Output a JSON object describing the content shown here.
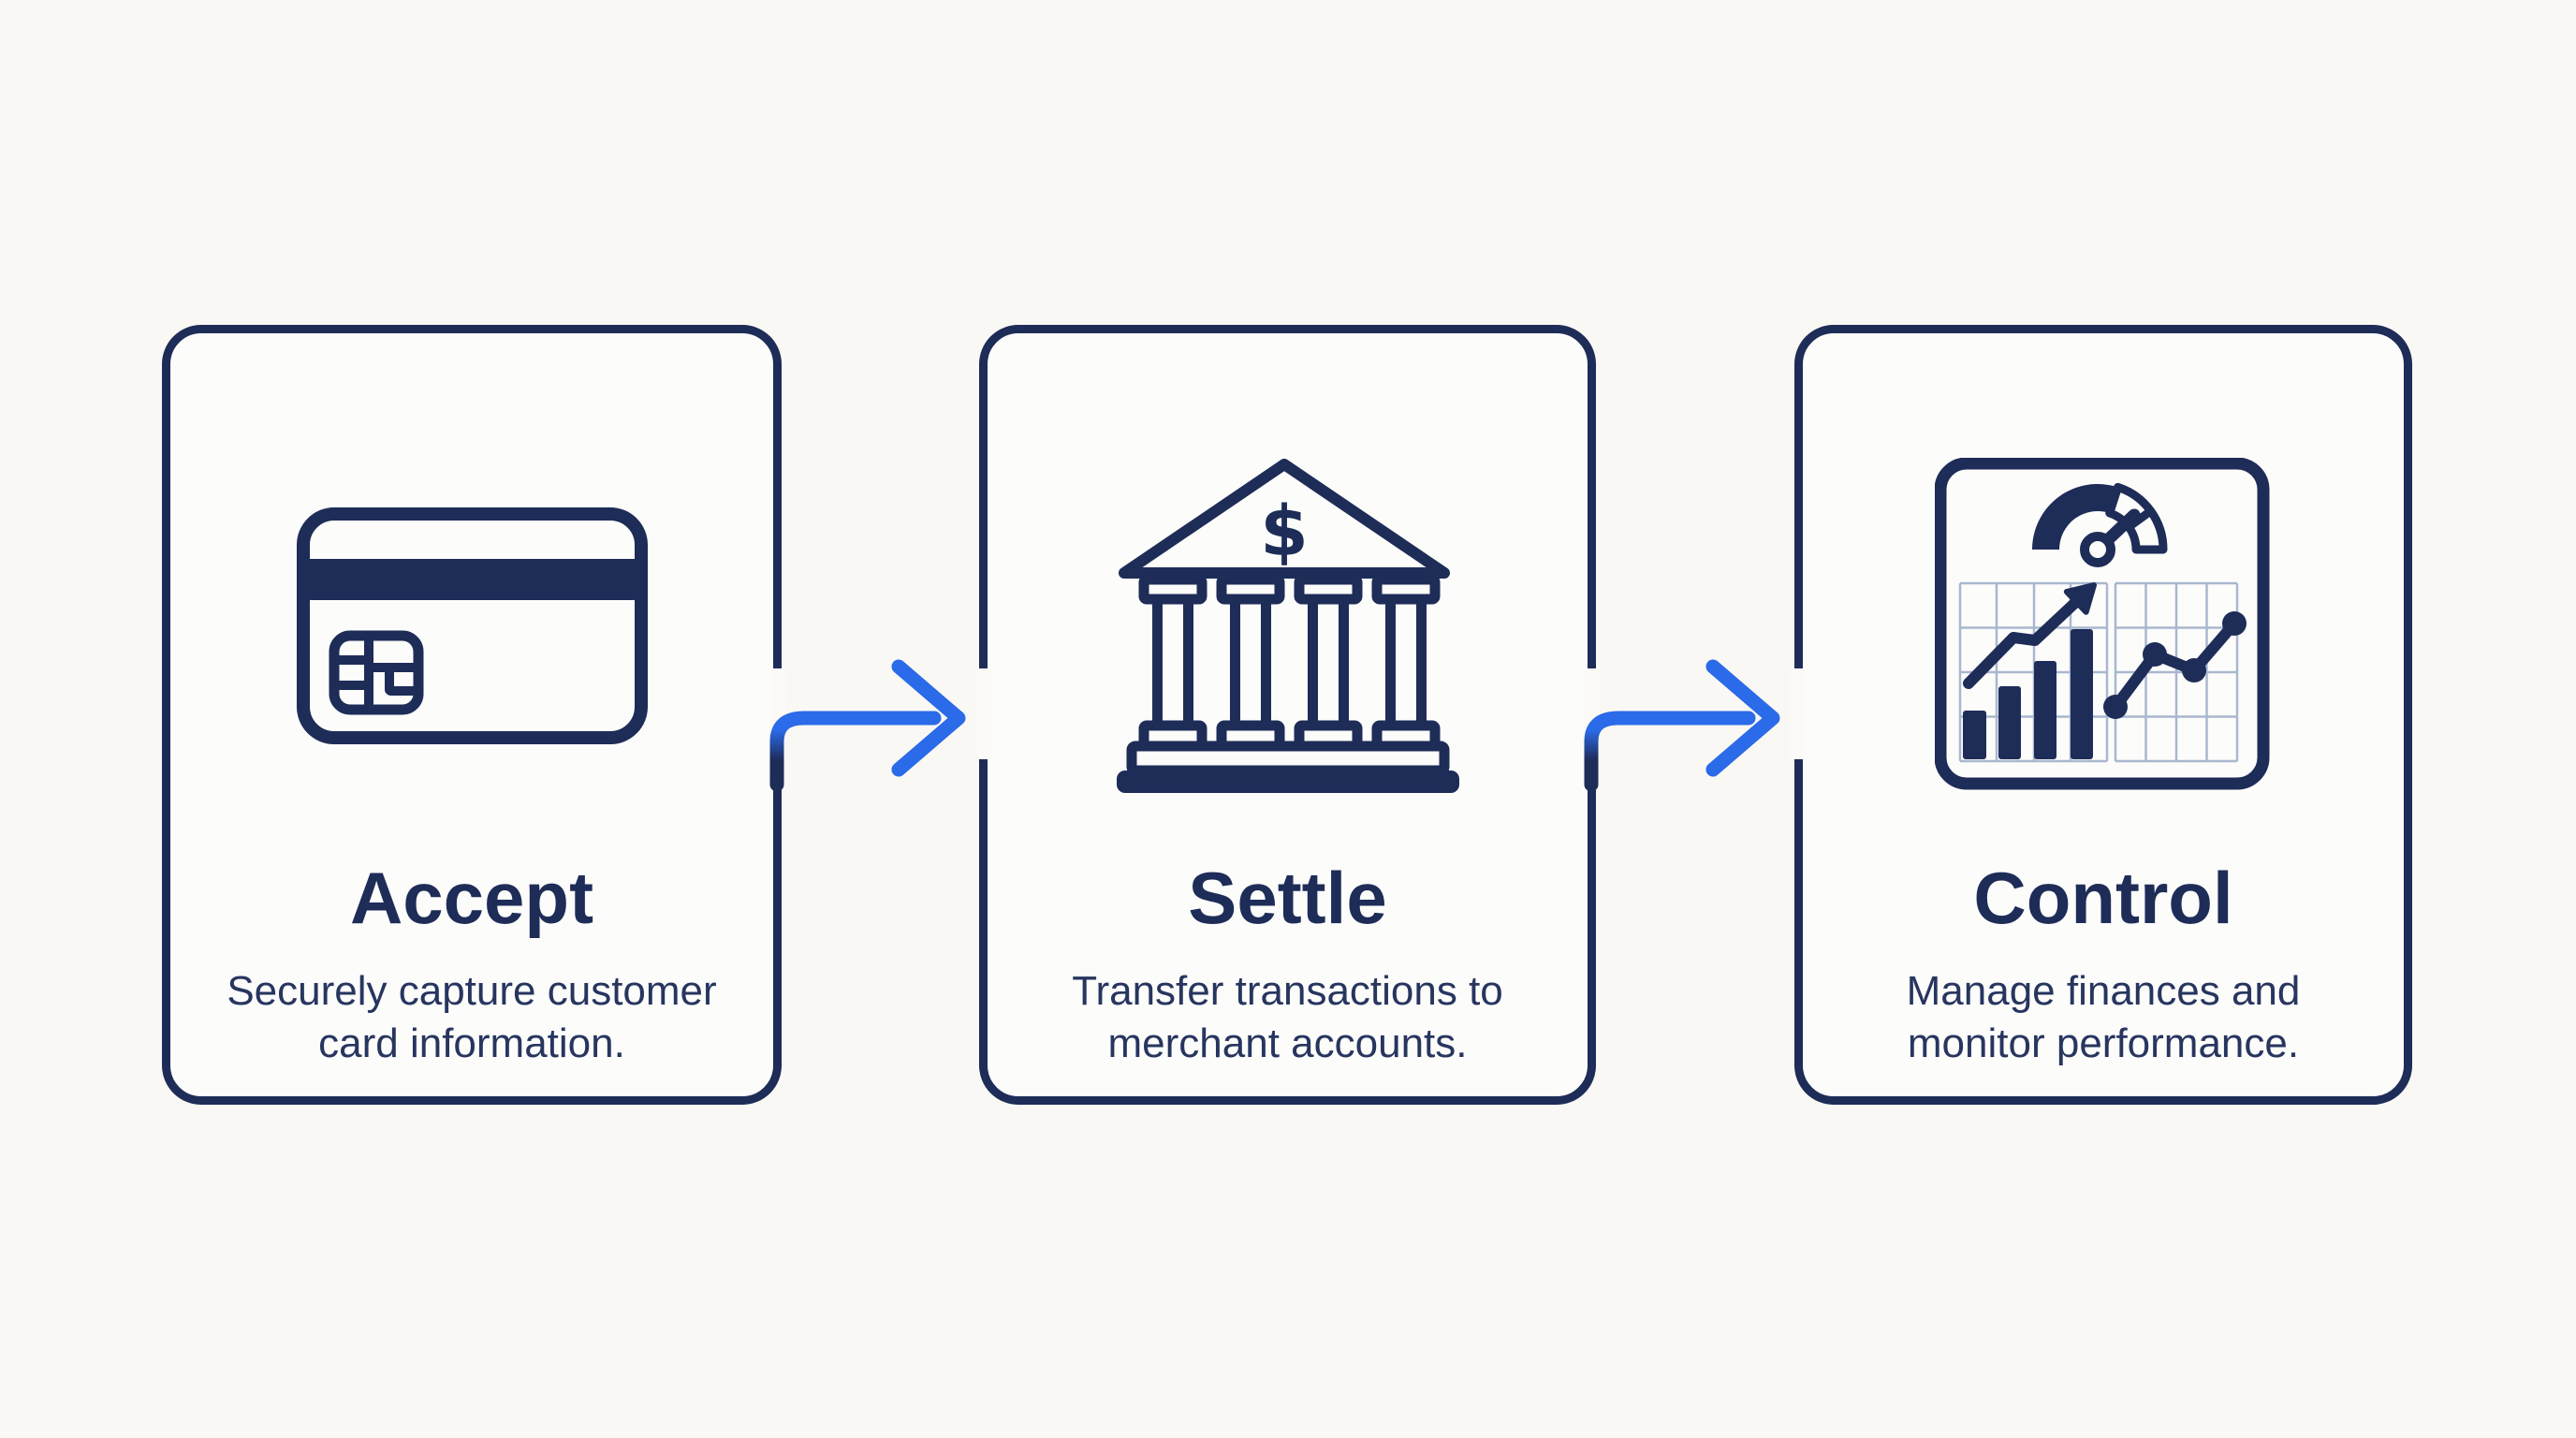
{
  "infographic": {
    "name": "payment-flow"
  },
  "colors": {
    "navy": "#1e2c58",
    "blue": "#2b6ae8",
    "grid_line": "#a9b7cf",
    "background": "#faf8f4",
    "card_background": "#fcfcfa",
    "text_secondary": "#27355f"
  },
  "flow": {
    "steps": [
      {
        "title": "Accept",
        "description": "Securely capture customer card information.",
        "icon": "credit-card-icon"
      },
      {
        "title": "Settle",
        "description": "Transfer transactions to merchant accounts.",
        "icon": "bank-icon"
      },
      {
        "title": "Control",
        "description": "Manage finances and monitor performance.",
        "icon": "analytics-dashboard-icon"
      }
    ],
    "connectors": [
      {
        "type": "arrow-right"
      },
      {
        "type": "arrow-right"
      }
    ],
    "bank_icon_symbol": "$"
  }
}
